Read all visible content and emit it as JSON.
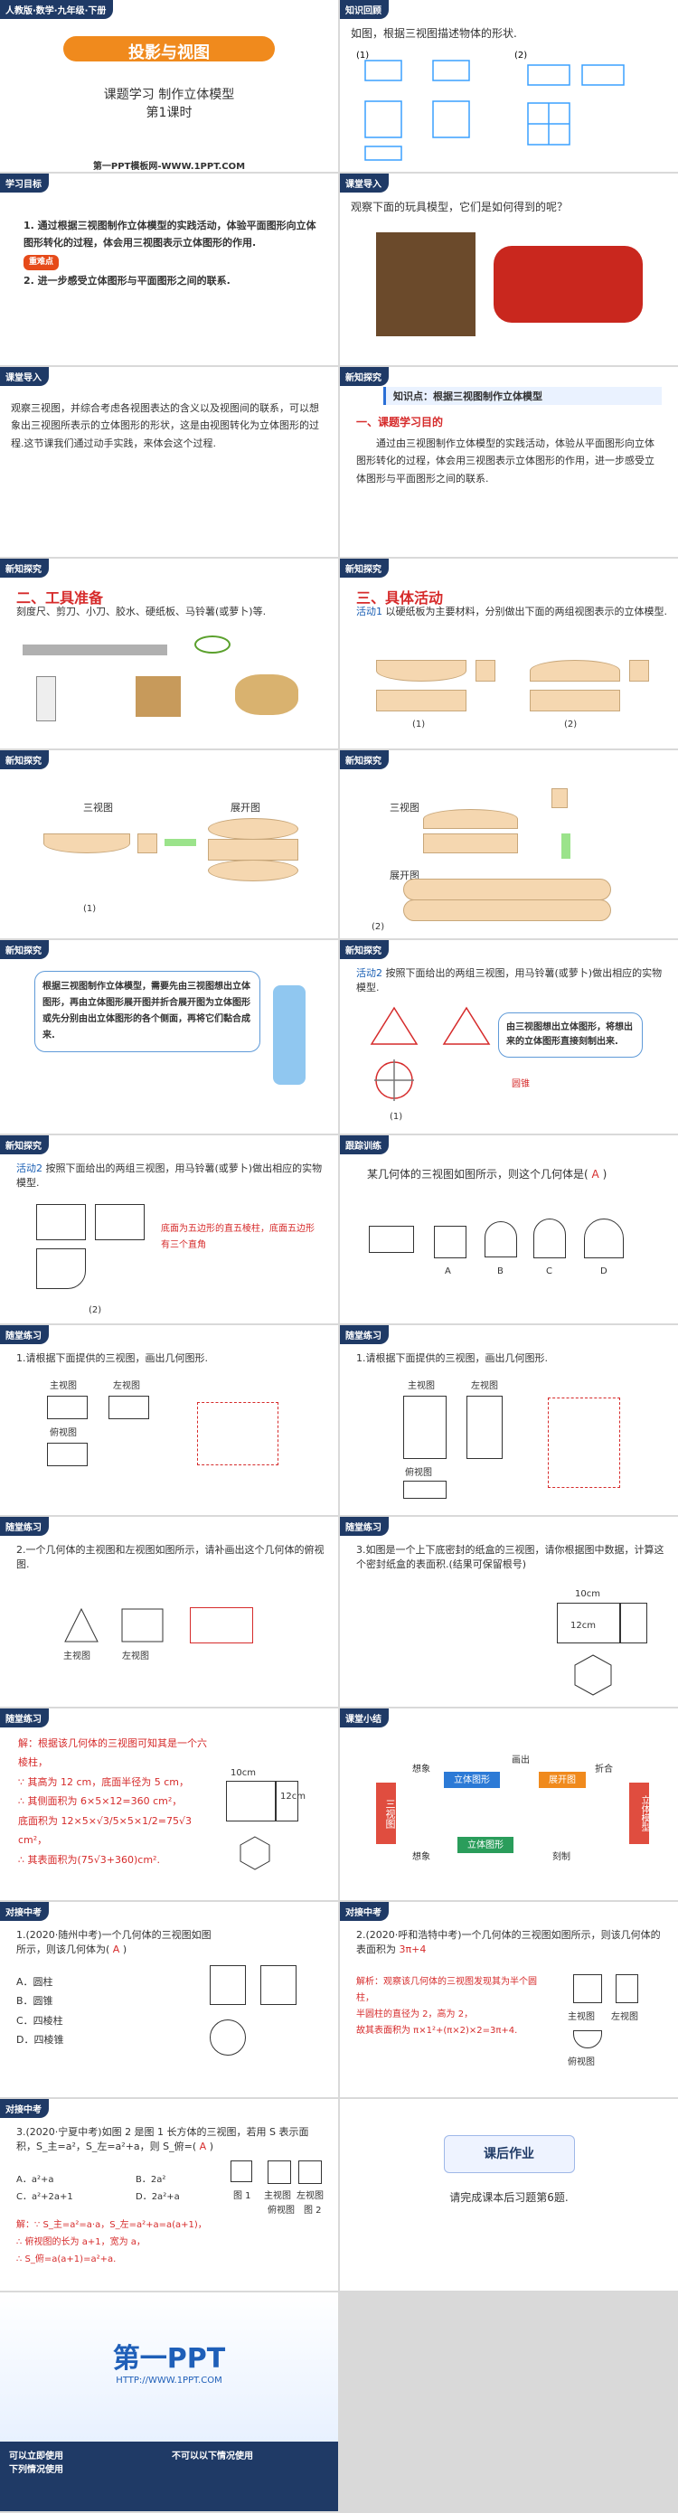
{
  "slides": [
    {
      "id": "cover",
      "tag": "人教版·数学·九年级·下册",
      "title": "投影与视图",
      "subtitle": "课题学习  制作立体模型",
      "lesson": "第1课时",
      "site": "第一PPT模板网-WWW.1PPT.COM"
    },
    {
      "id": "review",
      "tag": "知识回顾",
      "text": "如图，根据三视图描述物体的形状."
    },
    {
      "id": "goals",
      "tag": "学习目标",
      "items": [
        "1. 通过根据三视图制作立体模型的实践活动，体验平面图形向立体图形转化的过程，体会用三视图表示立体图形的作用.",
        "2. 进一步感受立体图形与平面图形之间的联系."
      ],
      "badge": "重难点"
    },
    {
      "id": "intro1",
      "tag": "课堂导入",
      "text": "观察下面的玩具模型，它们是如何得到的呢？"
    },
    {
      "id": "intro2",
      "tag": "课堂导入",
      "text": "观察三视图，并综合考虑各视图表达的含义以及视图间的联系，可以想象出三视图所表示的立体图形的形状，这是由视图转化为立体图形的过程.这节课我们通过动手实践，来体会这个过程."
    },
    {
      "id": "new1",
      "tag": "新知探究",
      "knowledge": "知识点：根据三视图制作立体模型",
      "h": "一、课题学习目的",
      "text": "通过由三视图制作立体模型的实践活动，体验从平面图形向立体图形转化的过程，体会用三视图表示立体图形的作用，进一步感受立体图形与平面图形之间的联系."
    },
    {
      "id": "new2",
      "tag": "新知探究",
      "h": "二、工具准备",
      "text": "刻度尺、剪刀、小刀、胶水、硬纸板、马铃薯(或萝卜)等."
    },
    {
      "id": "new3",
      "tag": "新知探究",
      "h": "三、具体活动",
      "activity": "活动1",
      "text": "以硬纸板为主要材料，分别做出下面的两组视图表示的立体模型.",
      "captions": [
        "(1)",
        "(2)"
      ]
    },
    {
      "id": "new4",
      "tag": "新知探究",
      "labels": [
        "三视图",
        "展开图"
      ],
      "caption": "(1)"
    },
    {
      "id": "new5",
      "tag": "新知探究",
      "labels": [
        "三视图",
        "展开图"
      ],
      "caption": "(2)"
    },
    {
      "id": "new6",
      "tag": "新知探究",
      "text": "根据三视图制作立体模型，需要先由三视图想出立体图形，再由立体图形展开图并折合展开图为立体图形或先分别由出立体图形的各个侧面，再将它们黏合成来."
    },
    {
      "id": "new7",
      "tag": "新知探究",
      "activity": "活动2",
      "text": "按照下面给出的两组三视图，用马铃薯(或萝卜)做出相应的实物模型.",
      "bubble": "由三视图想出立体图形，将想出来的立体图形直接刻制出来.",
      "word": "圆锥",
      "caption": "(1)"
    },
    {
      "id": "new8",
      "tag": "新知探究",
      "activity": "活动2",
      "text": "按照下面给出的两组三视图，用马铃薯(或萝卜)做出相应的实物模型.",
      "note": "底面为五边形的直五棱柱，底面五边形有三个直角",
      "caption": "(2)"
    },
    {
      "id": "practice_follow",
      "tag": "跟踪训练",
      "text": "某几何体的三视图如图所示，则这个几何体是(",
      "answer": "A",
      "tail": ")",
      "letters": [
        "A",
        "B",
        "C",
        "D"
      ]
    },
    {
      "id": "p1",
      "tag": "随堂练习",
      "q": "1.请根据下面提供的三视图，画出几何图形.",
      "labels": [
        "主视图",
        "左视图",
        "俯视图"
      ]
    },
    {
      "id": "p2",
      "tag": "随堂练习",
      "q": "1.请根据下面提供的三视图，画出几何图形.",
      "labels": [
        "主视图",
        "左视图",
        "俯视图"
      ]
    },
    {
      "id": "p3",
      "tag": "随堂练习",
      "q": "2.一个几何体的主视图和左视图如图所示，请补画出这个几何体的俯视图.",
      "labels": [
        "主视图",
        "左视图"
      ]
    },
    {
      "id": "p4",
      "tag": "随堂练习",
      "q": "3.如图是一个上下底密封的纸盒的三视图，请你根据图中数据，计算这个密封纸盒的表面积.(结果可保留根号)",
      "dims": [
        "10cm",
        "12cm"
      ]
    },
    {
      "id": "p5",
      "tag": "随堂练习",
      "lines": [
        "解：根据该几何体的三视图可知其是一个六棱柱，",
        "∵ 其高为 12 cm，底面半径为 5 cm，",
        "∴ 其侧面积为 6×5×12=360 cm²，",
        "底面积为 12×5×√3/5×5×1/2=75√3 cm²，",
        "∴ 其表面积为(75√3+360)cm²."
      ],
      "dims": [
        "10cm",
        "12cm"
      ]
    },
    {
      "id": "summary",
      "tag": "课堂小结",
      "center": "三视图",
      "nodes": [
        "想象",
        "立体图形",
        "画出",
        "展开图",
        "折合",
        "立体模型",
        "想象",
        "立体图形",
        "刻制"
      ]
    },
    {
      "id": "exam1",
      "tag": "对接中考",
      "q": "1.(2020·随州中考)一个几何体的三视图如图所示，则该几何体为(",
      "answer": "A",
      "tail": ")",
      "options": [
        "A．圆柱",
        "B．圆锥",
        "C．四棱柱",
        "D．四棱锥"
      ]
    },
    {
      "id": "exam2",
      "tag": "对接中考",
      "q": "2.(2020·呼和浩特中考)一个几何体的三视图如图所示，则该几何体的表面积为",
      "answer": "3π+4",
      "analysis": [
        "解析：观察该几何体的三视图发现其为半个圆柱，",
        "半圆柱的直径为 2，高为 2，",
        "故其表面积为 π×1²+(π×2)×2=3π+4."
      ],
      "labels": [
        "主视图",
        "左视图",
        "俯视图"
      ]
    },
    {
      "id": "exam3",
      "tag": "对接中考",
      "q": "3.(2020·宁夏中考)如图 2 是图 1 长方体的三视图，若用 S 表示面积，S_主=a²，S_左=a²+a，则 S_俯=(",
      "answer": "A",
      "tail": ")",
      "options": [
        "A．a²+a",
        "B．2a²",
        "C．a²+2a+1",
        "D．2a²+a"
      ],
      "lines": [
        "解：∵ S_主=a²=a·a，S_左=a²+a=a(a+1)，",
        "∴ 俯视图的长为 a+1，宽为 a，",
        "∴ S_俯=a(a+1)=a²+a."
      ],
      "labels": [
        "主视图",
        "左视图",
        "俯视图",
        "图 1",
        "图 2"
      ]
    },
    {
      "id": "homework",
      "tag": "",
      "title": "课后作业",
      "text": "请完成课本后习题第6题."
    },
    {
      "id": "end",
      "logo": "第一PPT",
      "url": "HTTP://WWW.1PPT.COM",
      "footer_left": "可以立即使用\n下列情况使用",
      "footer_right": "不可以以下情况使用"
    }
  ]
}
